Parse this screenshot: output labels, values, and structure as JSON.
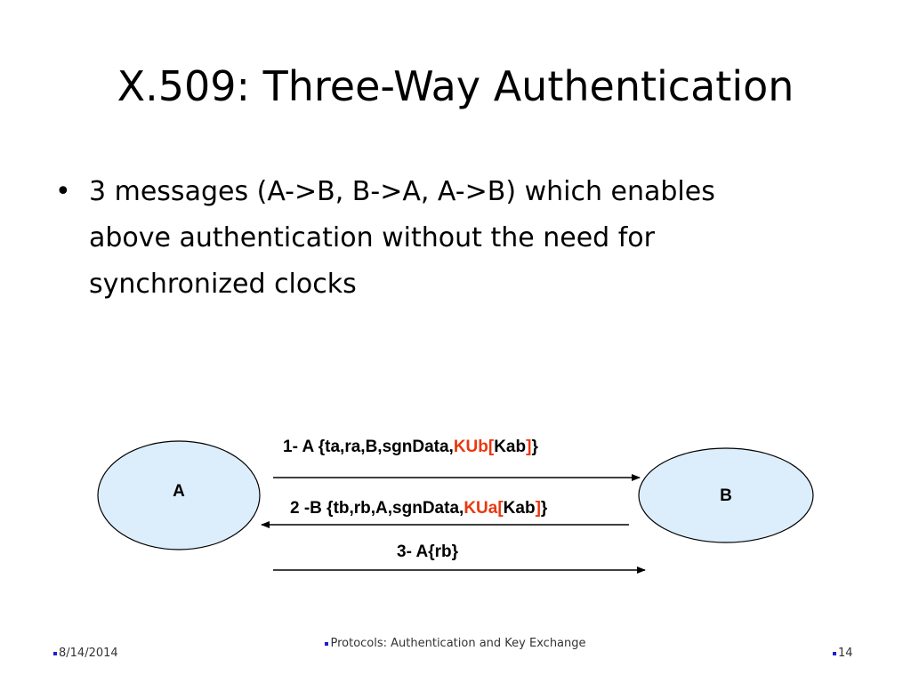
{
  "slide": {
    "title": "X.509: Three-Way Authentication",
    "bullet": {
      "glyph": "•",
      "lines": [
        "3 messages (A->B, B->A, A->B) which enables",
        "above authentication without the need for",
        "synchronized clocks"
      ]
    }
  },
  "diagram": {
    "nodes": [
      {
        "id": "A",
        "label": "A"
      },
      {
        "id": "B",
        "label": "B"
      }
    ],
    "messages": [
      {
        "direction": "A->B",
        "parts": [
          "1- A {ta,ra,B,sgnData,",
          "KUb",
          "[",
          "Kab",
          "]",
          "}"
        ]
      },
      {
        "direction": "B->A",
        "parts": [
          "2 -B {tb,rb,A,sgnData,",
          "KUa",
          "[",
          "Kab",
          "]",
          "}"
        ]
      },
      {
        "direction": "A->B",
        "parts": [
          "3- A{rb}"
        ]
      }
    ],
    "colors": {
      "ellipse_fill": "#dcedfb",
      "stroke": "#000000",
      "highlight": "#e8380f"
    }
  },
  "footer": {
    "date": "8/14/2014",
    "center": "Protocols: Authentication and Key Exchange",
    "page": "14",
    "marker_color": "#1f1fcf"
  }
}
